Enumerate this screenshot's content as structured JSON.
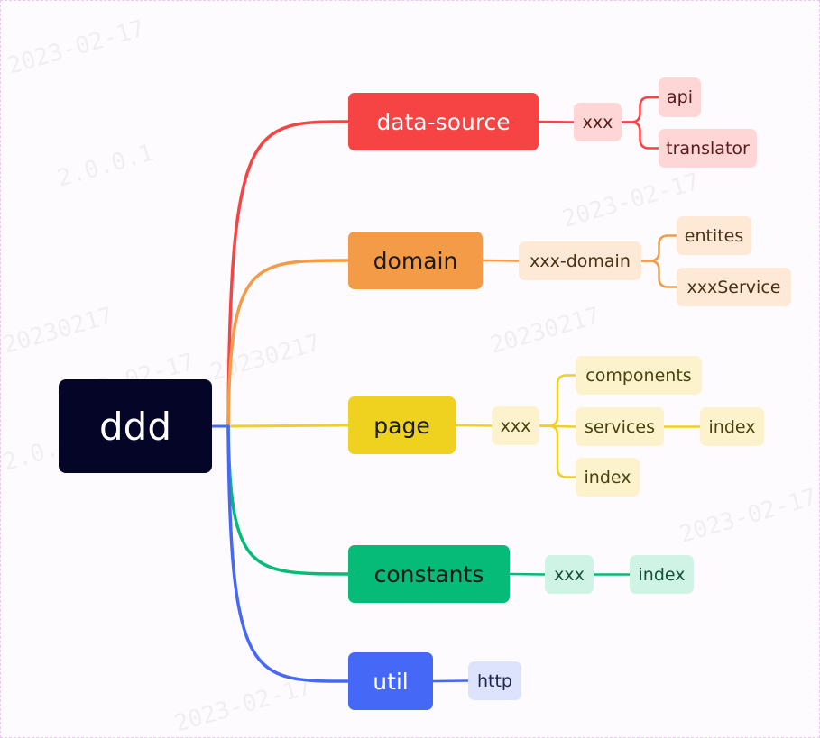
{
  "watermark_texts": [
    "2023-02-17",
    "2.0.0.1",
    "20230217"
  ],
  "mindmap": {
    "root": {
      "label": "ddd",
      "bg": "#050528",
      "color": "#ffffff"
    },
    "branches": [
      {
        "id": "data-source",
        "label": "data-source",
        "color": "#f64343",
        "text": "#ffffff",
        "leaf_bg": "#ffd6d6",
        "leaf_text": "#5a1a1a",
        "children": [
          {
            "id": "ds-xxx",
            "label": "xxx",
            "children": [
              {
                "id": "ds-api",
                "label": "api"
              },
              {
                "id": "ds-translator",
                "label": "translator"
              }
            ]
          }
        ]
      },
      {
        "id": "domain",
        "label": "domain",
        "color": "#f49b48",
        "text": "#1a1a1a",
        "leaf_bg": "#fde9d6",
        "leaf_text": "#4a3016",
        "children": [
          {
            "id": "dm-xxx-domain",
            "label": "xxx-domain",
            "children": [
              {
                "id": "dm-entites",
                "label": "entites"
              },
              {
                "id": "dm-xxxService",
                "label": "xxxService"
              }
            ]
          }
        ]
      },
      {
        "id": "page",
        "label": "page",
        "color": "#eed21f",
        "text": "#1a1a1a",
        "leaf_bg": "#fcf3cc",
        "leaf_text": "#4a4010",
        "children": [
          {
            "id": "pg-xxx",
            "label": "xxx",
            "children": [
              {
                "id": "pg-components",
                "label": "components"
              },
              {
                "id": "pg-services",
                "label": "services",
                "children": [
                  {
                    "id": "pg-services-index",
                    "label": "index"
                  }
                ]
              },
              {
                "id": "pg-index",
                "label": "index"
              }
            ]
          }
        ]
      },
      {
        "id": "constants",
        "label": "constants",
        "color": "#06ba77",
        "text": "#1a1a1a",
        "leaf_bg": "#cff3e4",
        "leaf_text": "#14503a",
        "children": [
          {
            "id": "cs-xxx",
            "label": "xxx",
            "children": [
              {
                "id": "cs-index",
                "label": "index"
              }
            ]
          }
        ]
      },
      {
        "id": "util",
        "label": "util",
        "color": "#4668f6",
        "text": "#ffffff",
        "leaf_bg": "#dde3fd",
        "leaf_text": "#1a2450",
        "children": [
          {
            "id": "ut-http",
            "label": "http"
          }
        ]
      }
    ]
  }
}
